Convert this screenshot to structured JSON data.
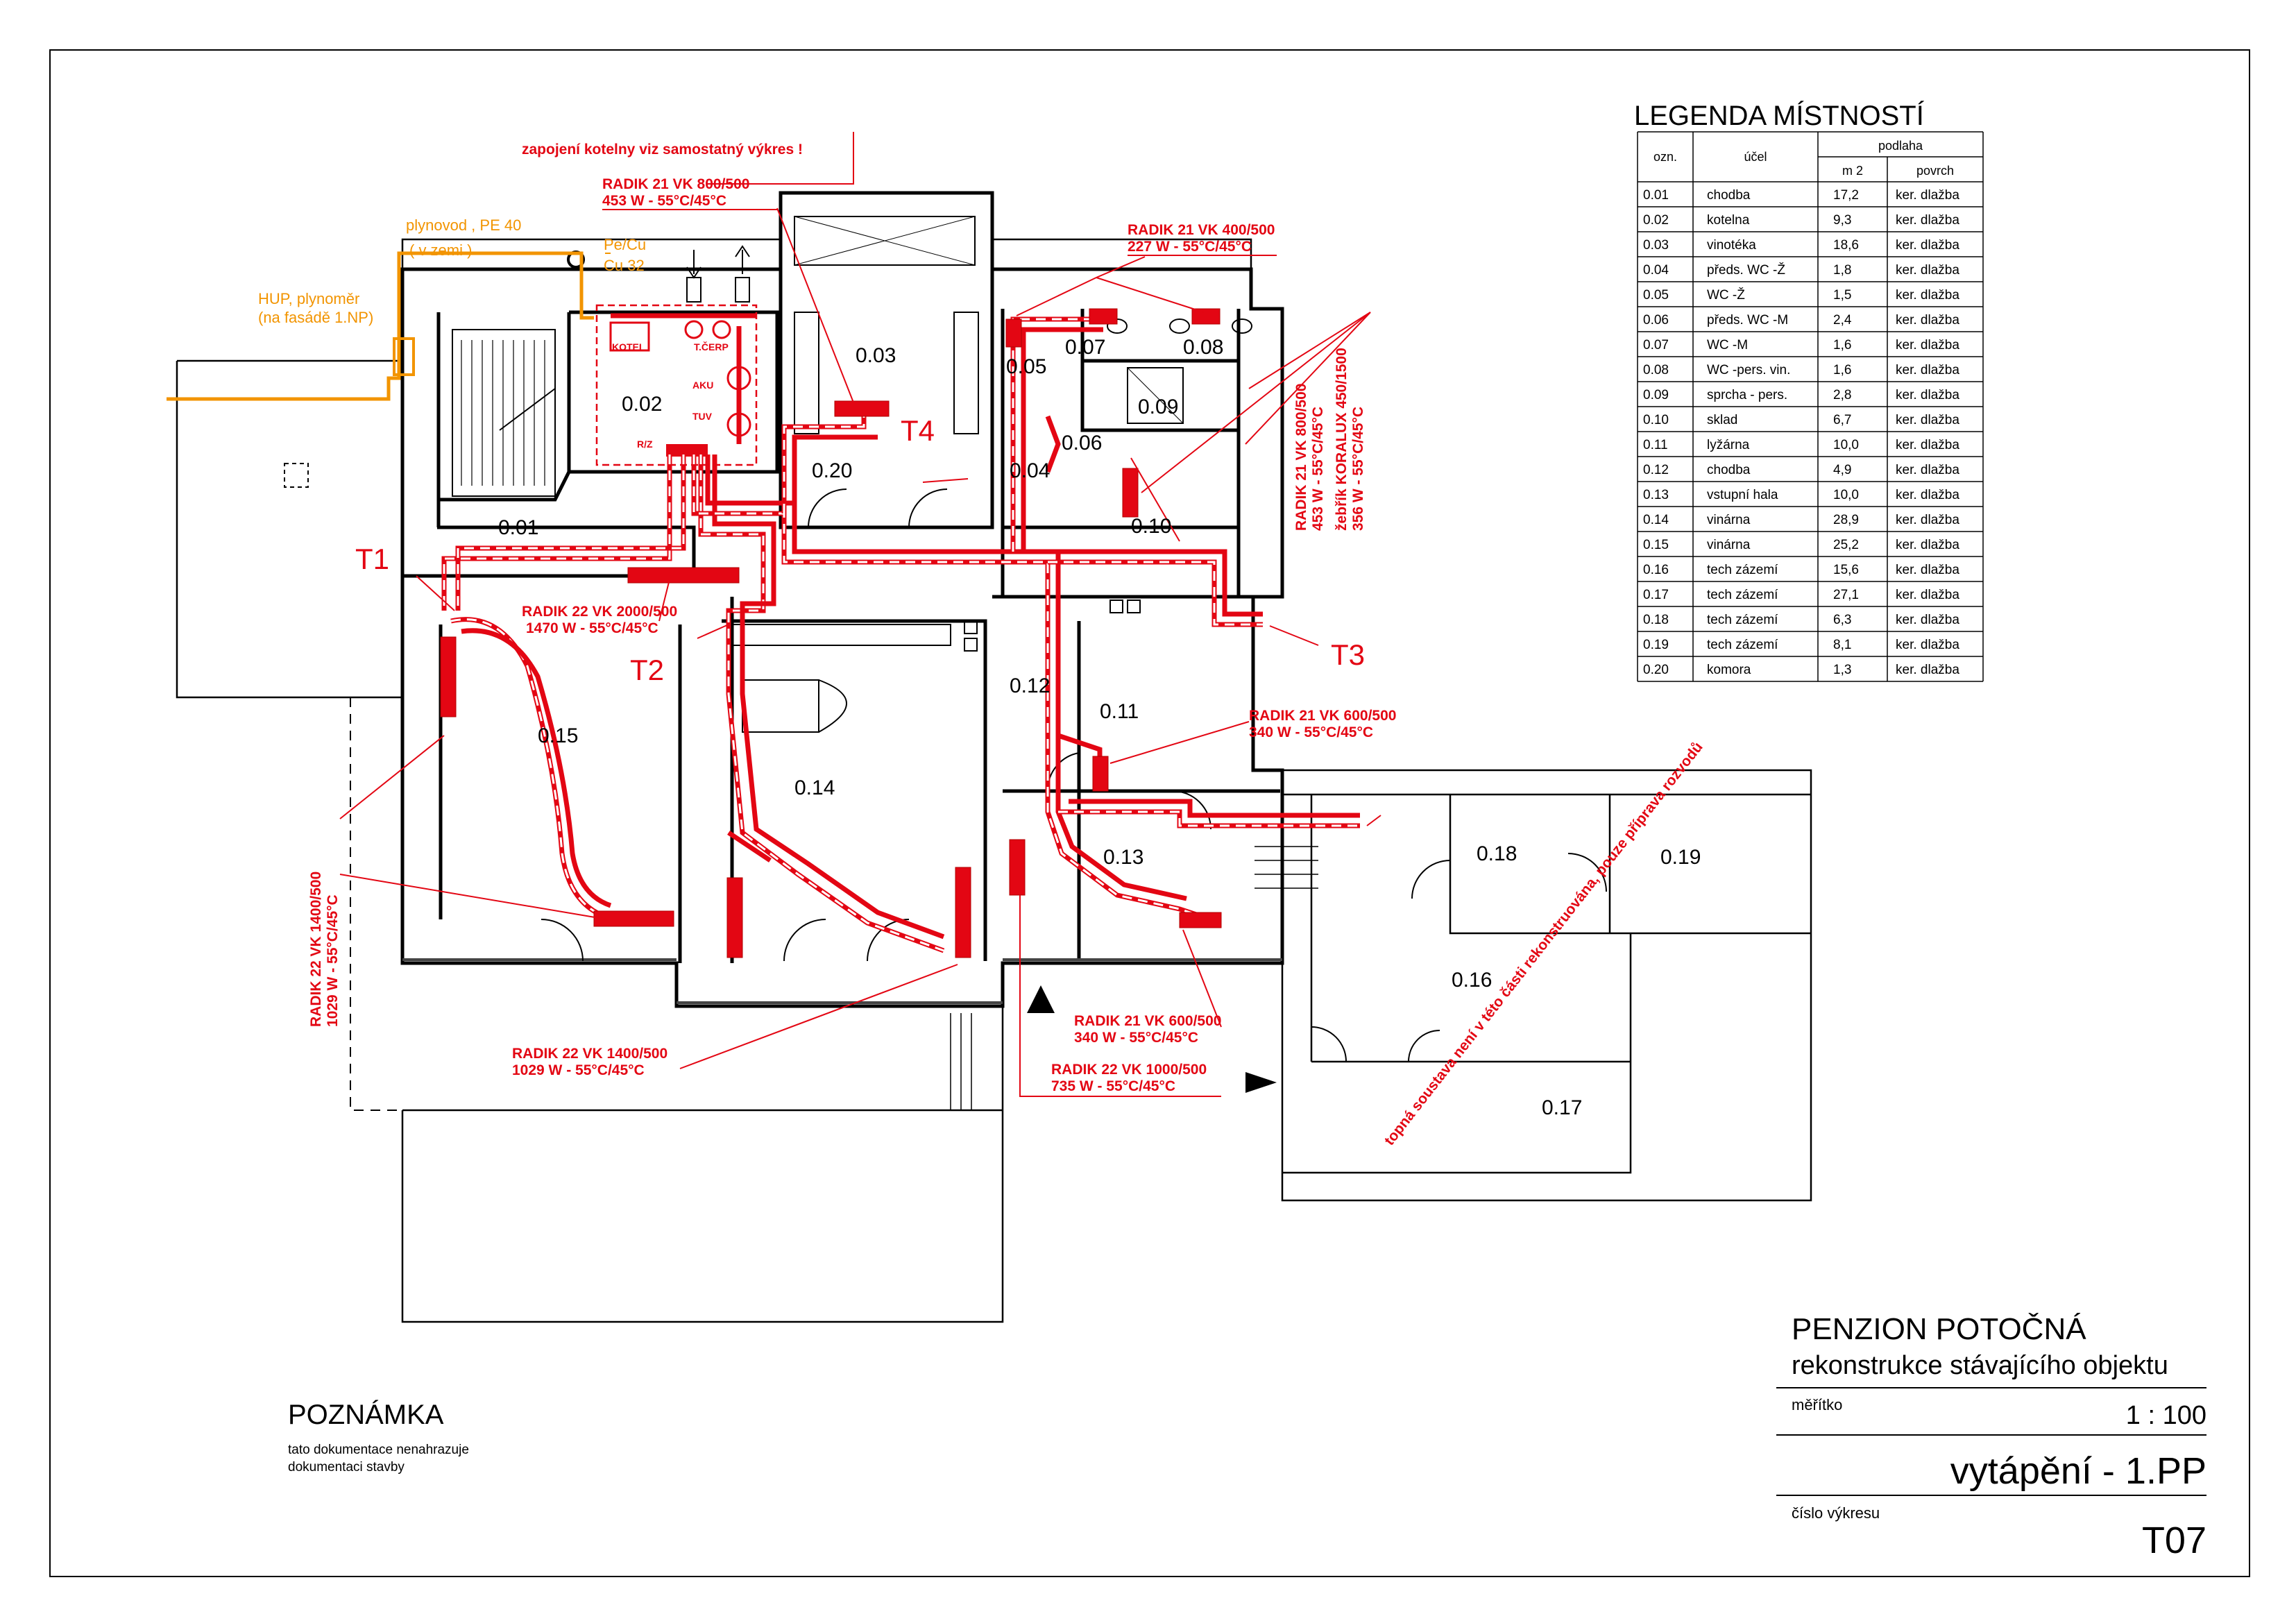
{
  "colors": {
    "heating": "#e30613",
    "gas": "#f29400",
    "ink": "#000000"
  },
  "rooms": {
    "r001": "0.01",
    "r002": "0.02",
    "r003": "0.03",
    "r004": "0.04",
    "r005": "0.05",
    "r006": "0.06",
    "r007": "0.07",
    "r008": "0.08",
    "r009": "0.09",
    "r010": "0.10",
    "r011": "0.11",
    "r012": "0.12",
    "r013": "0.13",
    "r014": "0.14",
    "r015": "0.15",
    "r016": "0.16",
    "r017": "0.17",
    "r018": "0.18",
    "r019": "0.19",
    "r020": "0.20"
  },
  "markers": {
    "t1": "T1",
    "t2": "T2",
    "t3": "T3",
    "t4": "T4"
  },
  "gas": {
    "line1": "plynovod , PE 40",
    "line2": "( v zemi )",
    "hup1": "HUP, plynoměr",
    "hup2": "(na fasádě 1.NP)",
    "pecu": "Pe/Cu",
    "cu32": "Cu 32"
  },
  "boiler": {
    "connection": "zapojení kotelny viz samostatný výkres !",
    "kotel": "KOTEL",
    "tcerp": "T.ČERP",
    "aku": "AKU",
    "tuv": "TUV",
    "rz": "R/Z"
  },
  "radiators": {
    "rad1_a": "RADIK 21 VK 800/500",
    "rad1_b": "453 W -  55°C/45°C",
    "rad2_a": "RADIK 21 VK 400/500",
    "rad2_b": "227 W -  55°C/45°C",
    "rad3_a": "RADIK 22 VK 2000/500",
    "rad3_b": "1470 W -  55°C/45°C",
    "rad4_a": "RADIK 21 VK 600/500",
    "rad4_b": "340 W -  55°C/45°C",
    "rad5_a": "RADIK 21 VK 600/500",
    "rad5_b": "340 W -  55°C/45°C",
    "rad6_a": "RADIK 22 VK 1000/500",
    "rad6_b": "735 W -  55°C/45°C",
    "rad7_a": "RADIK 22 VK 1400/500",
    "rad7_b": "1029 W -  55°C/45°C",
    "rad8_a": "RADIK 22 VK 1400/500",
    "rad8_b": "1029 W -  55°C/45°C",
    "rad9_a": "RADIK 21 VK 800/500",
    "rad9_b": "453 W -  55°C/45°C",
    "rad10_a": "žebřík KORALUX 450/1500",
    "rad10_b": "356 W -  55°C/45°C"
  },
  "heating_note": "topná soustava není v této části rekonstruována, pouze příprava rozvodů",
  "legend": {
    "title": "LEGENDA MÍSTNOSTÍ",
    "col_code": "ozn.",
    "col_purpose": "účel",
    "col_floor": "podlaha",
    "col_area": "m 2",
    "col_surface": "povrch",
    "rows": [
      {
        "code": "0.01",
        "purpose": "chodba",
        "area": "17,2",
        "surface": "ker. dlažba"
      },
      {
        "code": "0.02",
        "purpose": "kotelna",
        "area": "9,3",
        "surface": "ker. dlažba"
      },
      {
        "code": "0.03",
        "purpose": "vinotéka",
        "area": "18,6",
        "surface": "ker. dlažba"
      },
      {
        "code": "0.04",
        "purpose": "předs. WC -Ž",
        "area": "1,8",
        "surface": "ker. dlažba"
      },
      {
        "code": "0.05",
        "purpose": "WC -Ž",
        "area": "1,5",
        "surface": "ker. dlažba"
      },
      {
        "code": "0.06",
        "purpose": "předs. WC -M",
        "area": "2,4",
        "surface": "ker. dlažba"
      },
      {
        "code": "0.07",
        "purpose": "WC -M",
        "area": "1,6",
        "surface": "ker. dlažba"
      },
      {
        "code": "0.08",
        "purpose": "WC -pers. vin.",
        "area": "1,6",
        "surface": "ker. dlažba"
      },
      {
        "code": "0.09",
        "purpose": "sprcha - pers.",
        "area": "2,8",
        "surface": "ker. dlažba"
      },
      {
        "code": "0.10",
        "purpose": "sklad",
        "area": "6,7",
        "surface": "ker. dlažba"
      },
      {
        "code": "0.11",
        "purpose": "lyžárna",
        "area": "10,0",
        "surface": "ker. dlažba"
      },
      {
        "code": "0.12",
        "purpose": "chodba",
        "area": "4,9",
        "surface": "ker. dlažba"
      },
      {
        "code": "0.13",
        "purpose": "vstupní hala",
        "area": "10,0",
        "surface": "ker. dlažba"
      },
      {
        "code": "0.14",
        "purpose": "vinárna",
        "area": "28,9",
        "surface": "ker. dlažba"
      },
      {
        "code": "0.15",
        "purpose": "vinárna",
        "area": "25,2",
        "surface": "ker. dlažba"
      },
      {
        "code": "0.16",
        "purpose": "tech zázemí",
        "area": "15,6",
        "surface": "ker. dlažba"
      },
      {
        "code": "0.17",
        "purpose": "tech zázemí",
        "area": "27,1",
        "surface": "ker. dlažba"
      },
      {
        "code": "0.18",
        "purpose": "tech zázemí",
        "area": "6,3",
        "surface": "ker. dlažba"
      },
      {
        "code": "0.19",
        "purpose": "tech zázemí",
        "area": "8,1",
        "surface": "ker. dlažba"
      },
      {
        "code": "0.20",
        "purpose": "komora",
        "area": "1,3",
        "surface": "ker. dlažba"
      }
    ]
  },
  "title_block": {
    "project": "PENZION POTOČNÁ",
    "subtitle": "rekonstrukce stávajícího objektu",
    "scale_label": "měřítko",
    "scale": "1 : 100",
    "drawing_title": "vytápění - 1.PP",
    "number_label": "číslo výkresu",
    "number": "T07"
  },
  "note": {
    "title": "POZNÁMKA",
    "line1": "tato dokumentace nenahrazuje",
    "line2": "dokumentaci stavby"
  }
}
